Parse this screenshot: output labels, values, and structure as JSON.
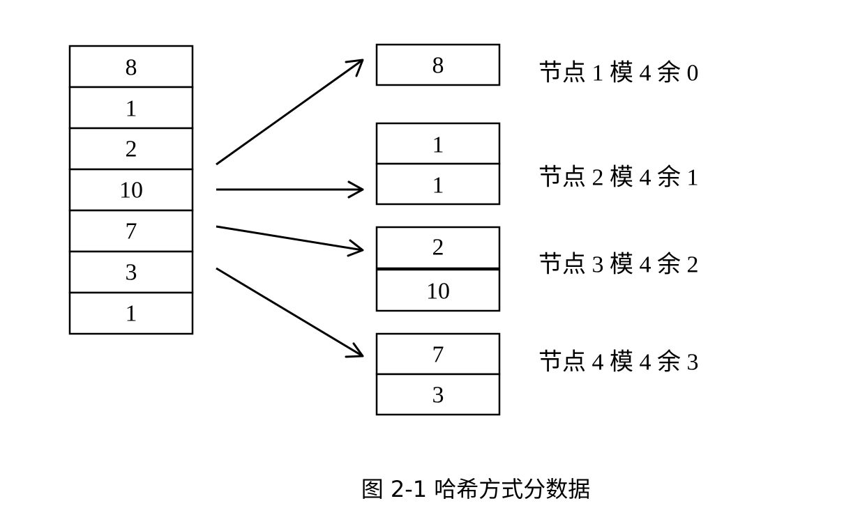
{
  "source_column": {
    "values": [
      "8",
      "1",
      "2",
      "10",
      "7",
      "3",
      "1"
    ]
  },
  "nodes": [
    {
      "label": "节点 1  模 4 余 0",
      "values": [
        "8"
      ]
    },
    {
      "label": "节点 2  模 4 余 1",
      "values": [
        "1",
        "1"
      ]
    },
    {
      "label": "节点 3  模 4 余 2",
      "values": [
        "2",
        "10"
      ]
    },
    {
      "label": "节点 4  模 4 余 3",
      "values": [
        "7",
        "3"
      ]
    }
  ],
  "caption": "图  2-1 哈希方式分数据",
  "colors": {
    "stroke": "#000000",
    "background": "#ffffff"
  }
}
